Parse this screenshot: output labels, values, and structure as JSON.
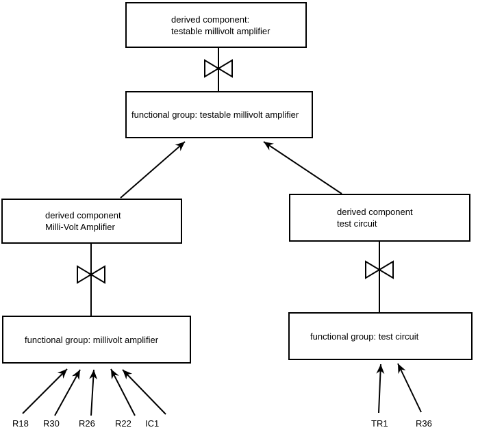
{
  "nodes": {
    "top": {
      "line1": "derived component:",
      "line2": "testable millivolt amplifier"
    },
    "fg_testable": {
      "label": "functional group: testable millivolt amplifier"
    },
    "derived_mva": {
      "line1": "derived component",
      "line2": "Milli-Volt Amplifier"
    },
    "derived_tc": {
      "line1": "derived component",
      "line2": "test circuit"
    },
    "fg_mva": {
      "label": "functional group: millivolt amplifier"
    },
    "fg_tc": {
      "label": "functional group: test circuit"
    }
  },
  "components": {
    "left": [
      "R18",
      "R30",
      "R26",
      "R22",
      "IC1"
    ],
    "right": [
      "TR1",
      "R36"
    ]
  },
  "colors": {
    "line": "#000000",
    "background": "#ffffff"
  }
}
